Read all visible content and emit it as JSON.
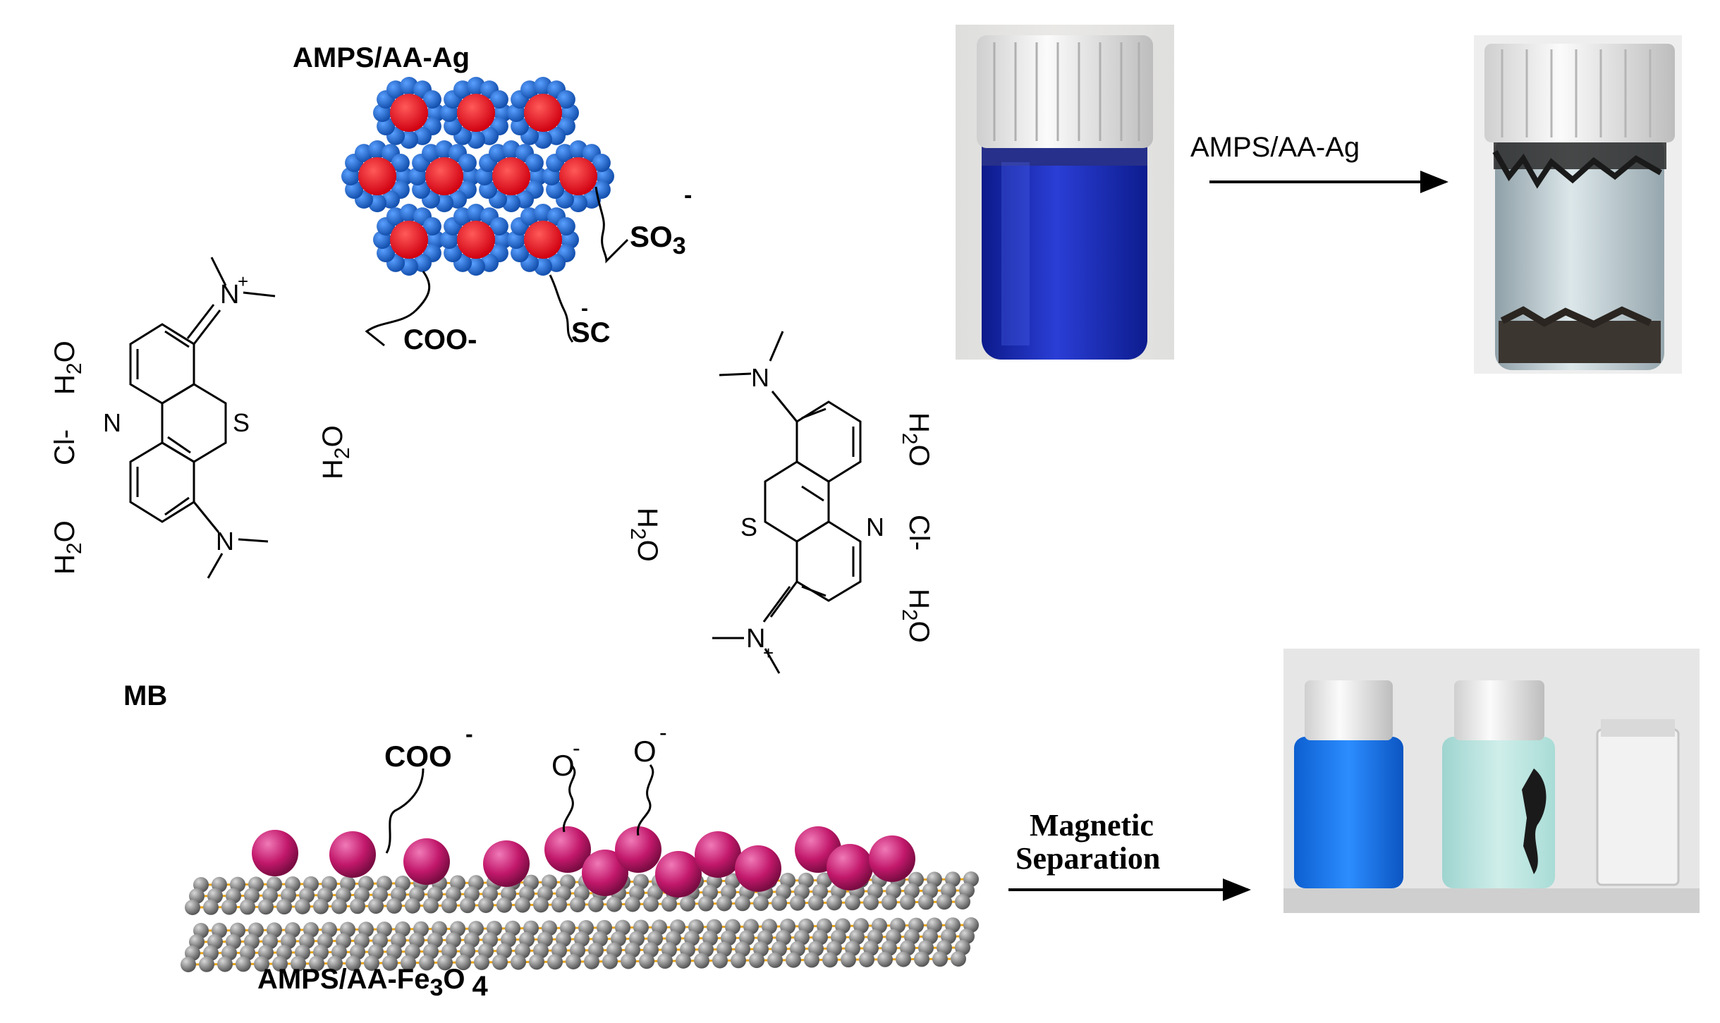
{
  "title_ag": "AMPS/AA-Ag",
  "groups_ag": {
    "so3": "SO",
    "so3_sub": "3",
    "so3_sup": "-",
    "coo": "COO-",
    "sc": "SC",
    "sc_sup": "-"
  },
  "mb_label": "MB",
  "molecule": {
    "n_plus": "N",
    "plus": "+",
    "n": "N",
    "s": "S"
  },
  "water": {
    "h": "H",
    "sub": "2",
    "o": "O"
  },
  "chloride": "Cl-",
  "arrow_ag_label": "AMPS/AA-Ag",
  "fe_groups": {
    "coo": "COO",
    "coo_sup": "-",
    "o1": "O",
    "o1_sup": "-",
    "o2": "O",
    "o2_sup": "-"
  },
  "fe_label": {
    "prefix": "AMPS/AA-Fe",
    "sub": "3",
    "o": "O",
    "num": "4"
  },
  "magnetic_label": {
    "line1": "Magnetic",
    "line2": "Separation"
  },
  "colors": {
    "mb_blue": "#1f2fc4",
    "ag_red": "#e30613",
    "ag_shell": "#1a63c7",
    "fe_particle": "#c2186b",
    "graphene": "#8c8c8c",
    "bond": "#e8a317",
    "treated": "#bfe3df"
  }
}
